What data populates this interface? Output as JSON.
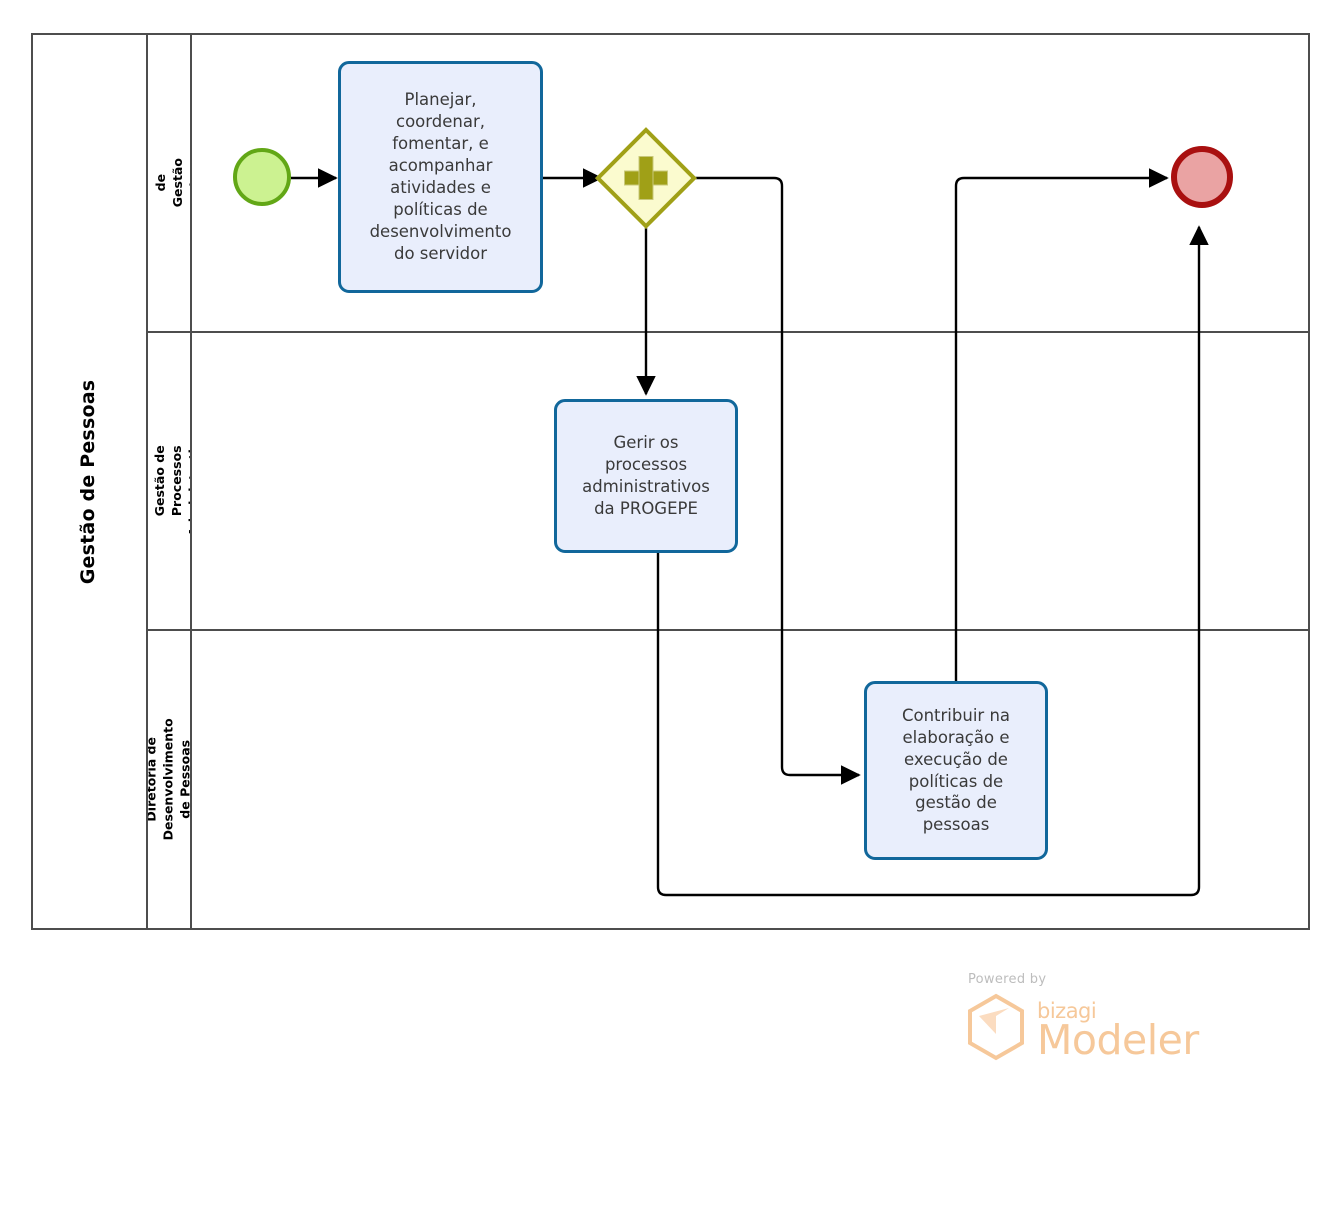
{
  "diagram": {
    "type": "bpmn-process",
    "pool": {
      "name": "Gestão de Pessoas"
    },
    "lanes": [
      {
        "id": "lane-1",
        "name": "Pró-Reitoria de Gestão de\nPessoas"
      },
      {
        "id": "lane-2",
        "name": "Diretoria de Gestão de\nProcessos Administrativos"
      },
      {
        "id": "lane-3",
        "name": "Diretoria de Desenvolvimento\nde Pessoas"
      }
    ],
    "nodes": [
      {
        "id": "start-event",
        "type": "start-event",
        "lane": "lane-1",
        "label": "",
        "fill": "#ccf291",
        "stroke": "#62a716"
      },
      {
        "id": "task-planejar",
        "type": "task",
        "lane": "lane-1",
        "label": "Planejar,\ncoordenar,\nfomentar, e\nacompanhar\natividades e\npolíticas de\ndesenvolvimento\ndo servidor",
        "fill": "#e9eefc",
        "stroke": "#11679b"
      },
      {
        "id": "gateway-parallel",
        "type": "parallel-gateway",
        "lane": "lane-1",
        "label": "",
        "fill": "#fbfbcf",
        "stroke": "#a0a017"
      },
      {
        "id": "task-gerir",
        "type": "task",
        "lane": "lane-2",
        "label": "Gerir os\nprocessos\nadministrativos\nda PROGEPE",
        "fill": "#e9eefc",
        "stroke": "#11679b"
      },
      {
        "id": "task-contribuir",
        "type": "task",
        "lane": "lane-3",
        "label": "Contribuir na\nelaboração e\nexecução de\npolíticas de\ngestão de\npessoas",
        "fill": "#e9eefc",
        "stroke": "#11679b"
      },
      {
        "id": "end-event",
        "type": "end-event",
        "lane": "lane-1",
        "label": "",
        "fill": "#eaa3a3",
        "stroke": "#a91010"
      }
    ],
    "flows": [
      {
        "from": "start-event",
        "to": "task-planejar",
        "label": ""
      },
      {
        "from": "task-planejar",
        "to": "gateway-parallel",
        "label": ""
      },
      {
        "from": "gateway-parallel",
        "to": "task-gerir",
        "label": ""
      },
      {
        "from": "gateway-parallel",
        "to": "task-contribuir",
        "label": ""
      },
      {
        "from": "task-contribuir",
        "to": "end-event",
        "label": ""
      },
      {
        "from": "task-gerir",
        "to": "end-event",
        "label": ""
      }
    ]
  },
  "watermark": {
    "powered_by": "Powered by",
    "brand_small": "bizagi",
    "brand_big": "Modeler",
    "color": "#f6c89a"
  }
}
